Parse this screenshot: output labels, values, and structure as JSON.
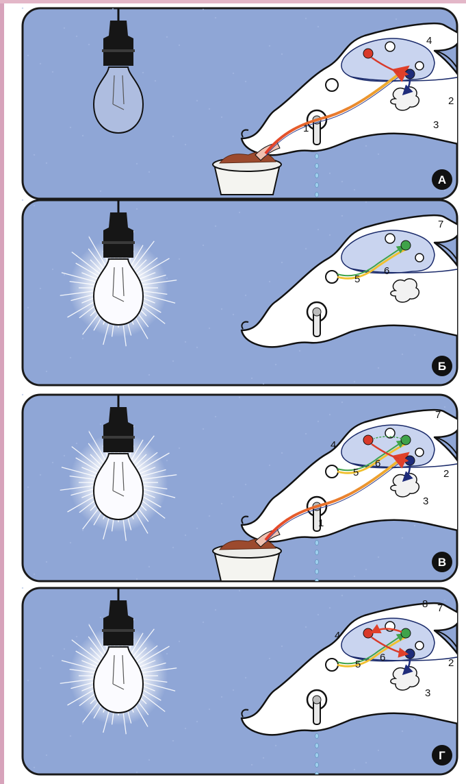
{
  "panels": [
    {
      "letter": "А",
      "lamp_on": false,
      "food": true,
      "drops": true,
      "labels": [
        {
          "id": "1",
          "text": "1"
        },
        {
          "id": "2",
          "text": "2"
        },
        {
          "id": "3",
          "text": "3"
        },
        {
          "id": "4",
          "text": "4"
        }
      ]
    },
    {
      "letter": "Б",
      "lamp_on": true,
      "food": false,
      "drops": false,
      "labels": [
        {
          "id": "5",
          "text": "5"
        },
        {
          "id": "6",
          "text": "6"
        },
        {
          "id": "7",
          "text": "7"
        }
      ]
    },
    {
      "letter": "В",
      "lamp_on": true,
      "food": true,
      "drops": true,
      "labels": [
        {
          "id": "1",
          "text": "1"
        },
        {
          "id": "2",
          "text": "2"
        },
        {
          "id": "3",
          "text": "3"
        },
        {
          "id": "4",
          "text": "4"
        },
        {
          "id": "5",
          "text": "5"
        },
        {
          "id": "6",
          "text": "6"
        },
        {
          "id": "7",
          "text": "7"
        }
      ]
    },
    {
      "letter": "Г",
      "lamp_on": true,
      "food": false,
      "drops": true,
      "labels": [
        {
          "id": "2",
          "text": "2"
        },
        {
          "id": "3",
          "text": "3"
        },
        {
          "id": "4",
          "text": "4"
        },
        {
          "id": "5",
          "text": "5"
        },
        {
          "id": "6",
          "text": "6"
        },
        {
          "id": "7",
          "text": "7"
        },
        {
          "id": "8",
          "text": "8"
        }
      ]
    }
  ],
  "colors": {
    "sky": "#8fa6d6",
    "frame": "#1a1a1a",
    "head": "#ffffff",
    "brain": "#c9d4ef",
    "red_node": "#d83a2a",
    "green_node": "#3fa34a",
    "blue_node": "#1f2c7a",
    "food": "#9c4a2e",
    "water": "#9fd0ee"
  },
  "icons": [
    "light-bulb-icon",
    "dog-head-icon",
    "food-bowl-icon",
    "saliva-tube-icon"
  ]
}
